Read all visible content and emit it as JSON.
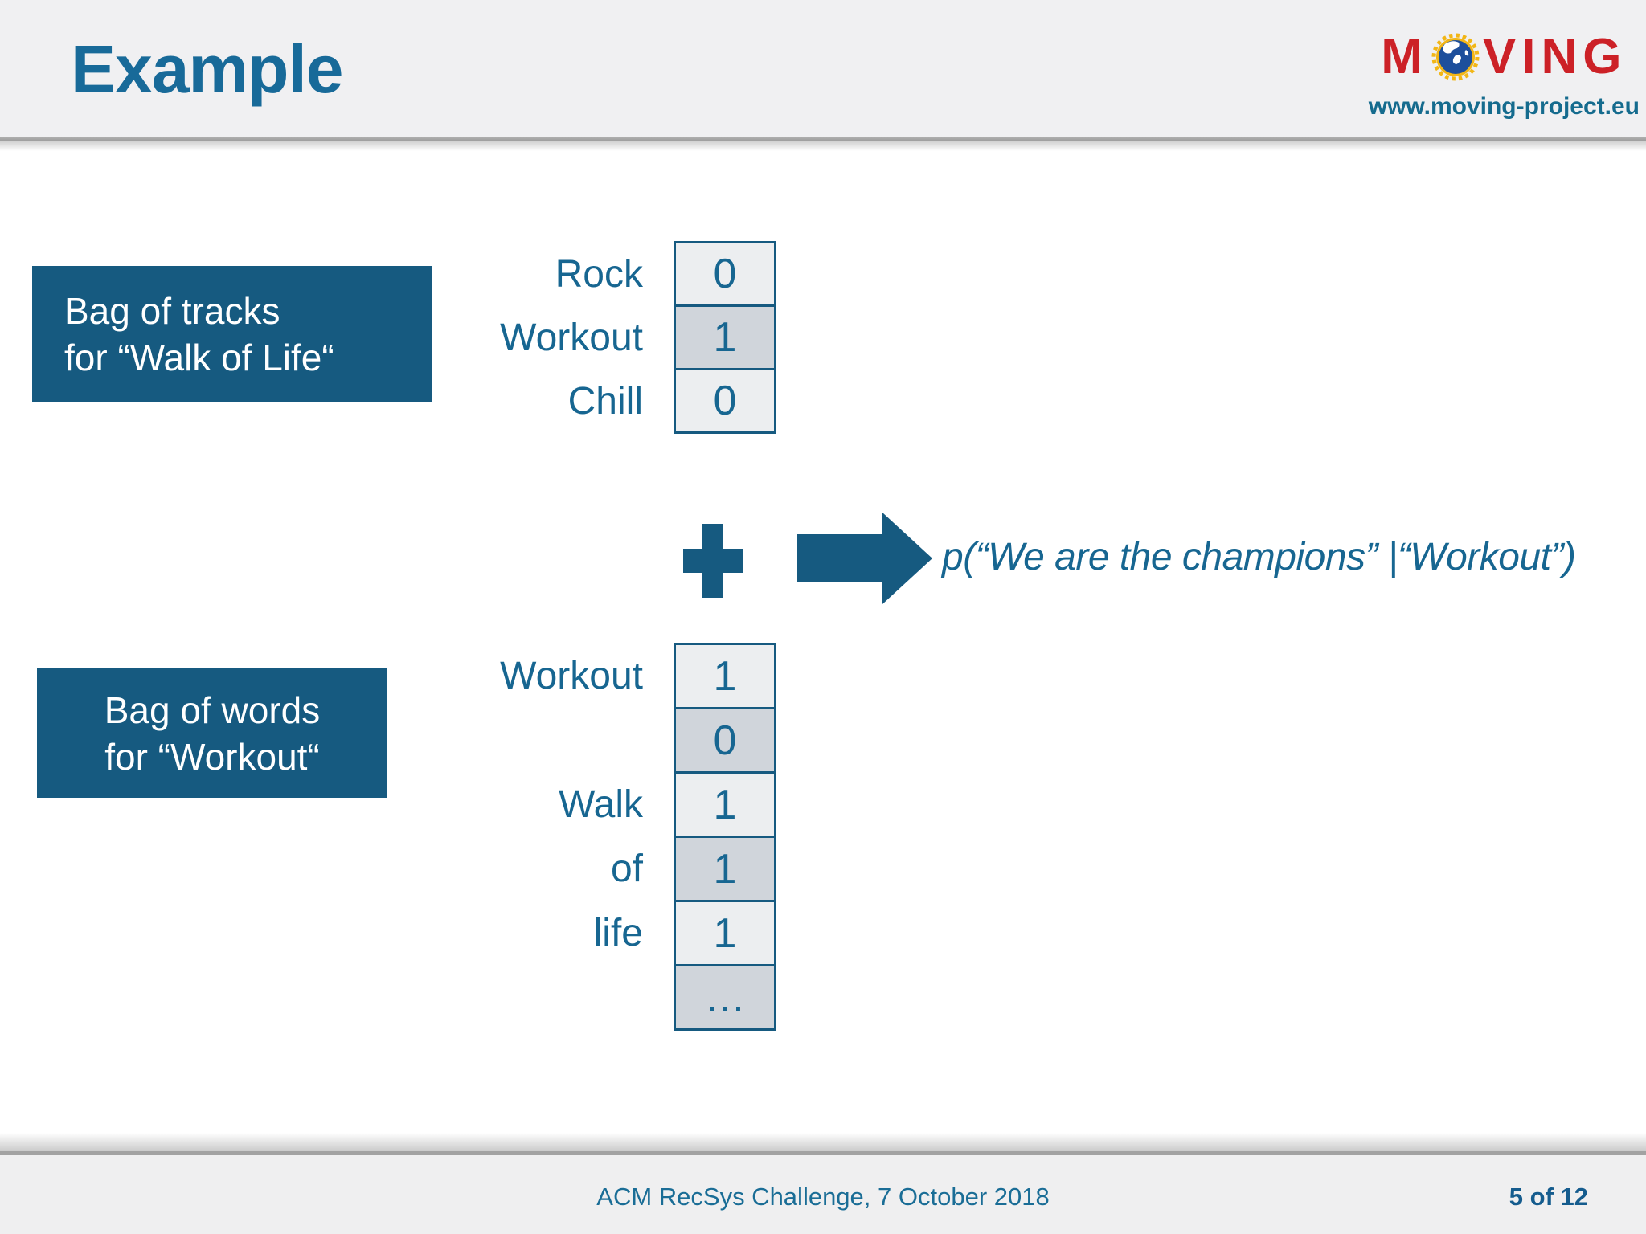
{
  "slide": {
    "title": "Example",
    "logo": {
      "text_m": "M",
      "text_ving": "VING",
      "website": "www.moving-project.eu"
    },
    "content": {
      "tracks_box": {
        "line1": "Bag of tracks",
        "line2": "for “Walk of Life“"
      },
      "tracks_vector": {
        "rows": [
          {
            "label": "Rock",
            "value": "0"
          },
          {
            "label": "Workout",
            "value": "1"
          },
          {
            "label": "Chill",
            "value": "0"
          }
        ]
      },
      "formula": "p(“We are the champions” |“Workout”)",
      "words_box": {
        "line1": "Bag of words",
        "line2": "for “Workout“"
      },
      "words_vector": {
        "rows": [
          {
            "label": "Workout",
            "value": "1"
          },
          {
            "label": "",
            "value": "0"
          },
          {
            "label": "Walk",
            "value": "1"
          },
          {
            "label": "of",
            "value": "1"
          },
          {
            "label": "life",
            "value": "1"
          },
          {
            "label": "",
            "value": "…"
          }
        ]
      }
    },
    "footer": {
      "conference": "ACM RecSys Challenge, 7 October 2018",
      "page": "5 of 12"
    },
    "colors": {
      "accent_blue": "#165a80",
      "text_blue": "#176691",
      "title_blue": "#186a99",
      "logo_red": "#cc2127",
      "gear_yellow": "#f2b616",
      "globe_blue": "#1d4f9c",
      "cell_light": "#eceef0",
      "cell_dark": "#d0d5db",
      "header_gray": "#f0f0f2",
      "footer_gray": "#efeff0"
    }
  }
}
